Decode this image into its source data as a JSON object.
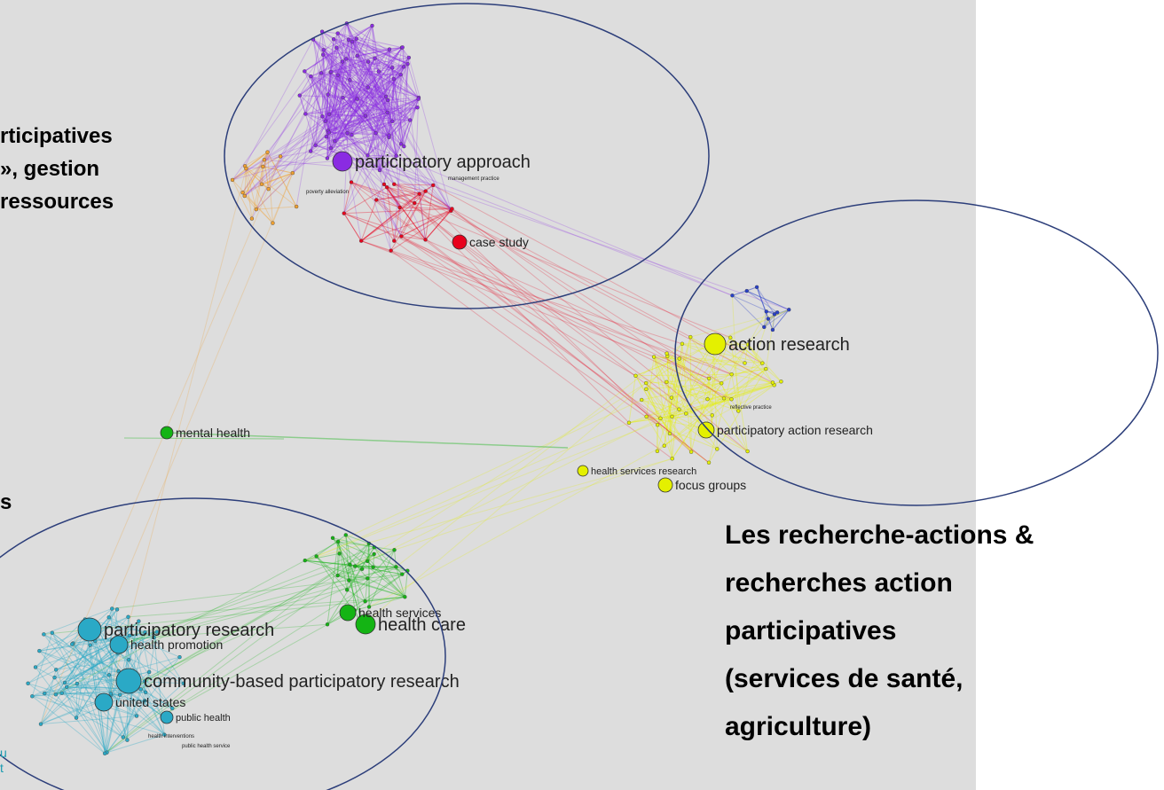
{
  "colors": {
    "background": "#dddddd",
    "purple": "#8a2be2",
    "red": "#e8001c",
    "orange": "#f0a030",
    "yellow": "#e4f000",
    "blue": "#2840c8",
    "green": "#14b414",
    "teal": "#2aa9c6",
    "ellipse": "#2c3e7a"
  },
  "overlay": {
    "left_lines": [
      "rticipatives",
      "», gestion",
      "ressources"
    ],
    "left_fragment": "s",
    "caption_lines": [
      "Les recherche-actions &",
      "recherches action",
      "participatives",
      "(services de santé,",
      "agriculture)"
    ],
    "corner_fragment_1": "u",
    "corner_fragment_2": "t"
  },
  "nodes": [
    {
      "label": "participatory approach",
      "cluster": "purple",
      "size": "large"
    },
    {
      "label": "case study",
      "cluster": "red",
      "size": "medium"
    },
    {
      "label": "action research",
      "cluster": "yellow",
      "size": "large"
    },
    {
      "label": "participatory action research",
      "cluster": "yellow",
      "size": "medium"
    },
    {
      "label": "health services research",
      "cluster": "yellow",
      "size": "small"
    },
    {
      "label": "focus groups",
      "cluster": "yellow",
      "size": "medium"
    },
    {
      "label": "mental health",
      "cluster": "green",
      "size": "medium"
    },
    {
      "label": "health services",
      "cluster": "green",
      "size": "medium"
    },
    {
      "label": "health care",
      "cluster": "green",
      "size": "large"
    },
    {
      "label": "participatory research",
      "cluster": "teal",
      "size": "large"
    },
    {
      "label": "health promotion",
      "cluster": "teal",
      "size": "medium"
    },
    {
      "label": "community-based participatory research",
      "cluster": "teal",
      "size": "large"
    },
    {
      "label": "united states",
      "cluster": "teal",
      "size": "medium"
    },
    {
      "label": "public health",
      "cluster": "teal",
      "size": "small"
    },
    {
      "label": "management practice",
      "cluster": "purple",
      "size": "tiny"
    },
    {
      "label": "poverty alleviation",
      "cluster": "orange",
      "size": "tiny"
    },
    {
      "label": "reflective practice",
      "cluster": "yellow",
      "size": "tiny"
    },
    {
      "label": "health interventions",
      "cluster": "teal",
      "size": "tiny"
    },
    {
      "label": "public health service",
      "cluster": "teal",
      "size": "tiny"
    }
  ]
}
